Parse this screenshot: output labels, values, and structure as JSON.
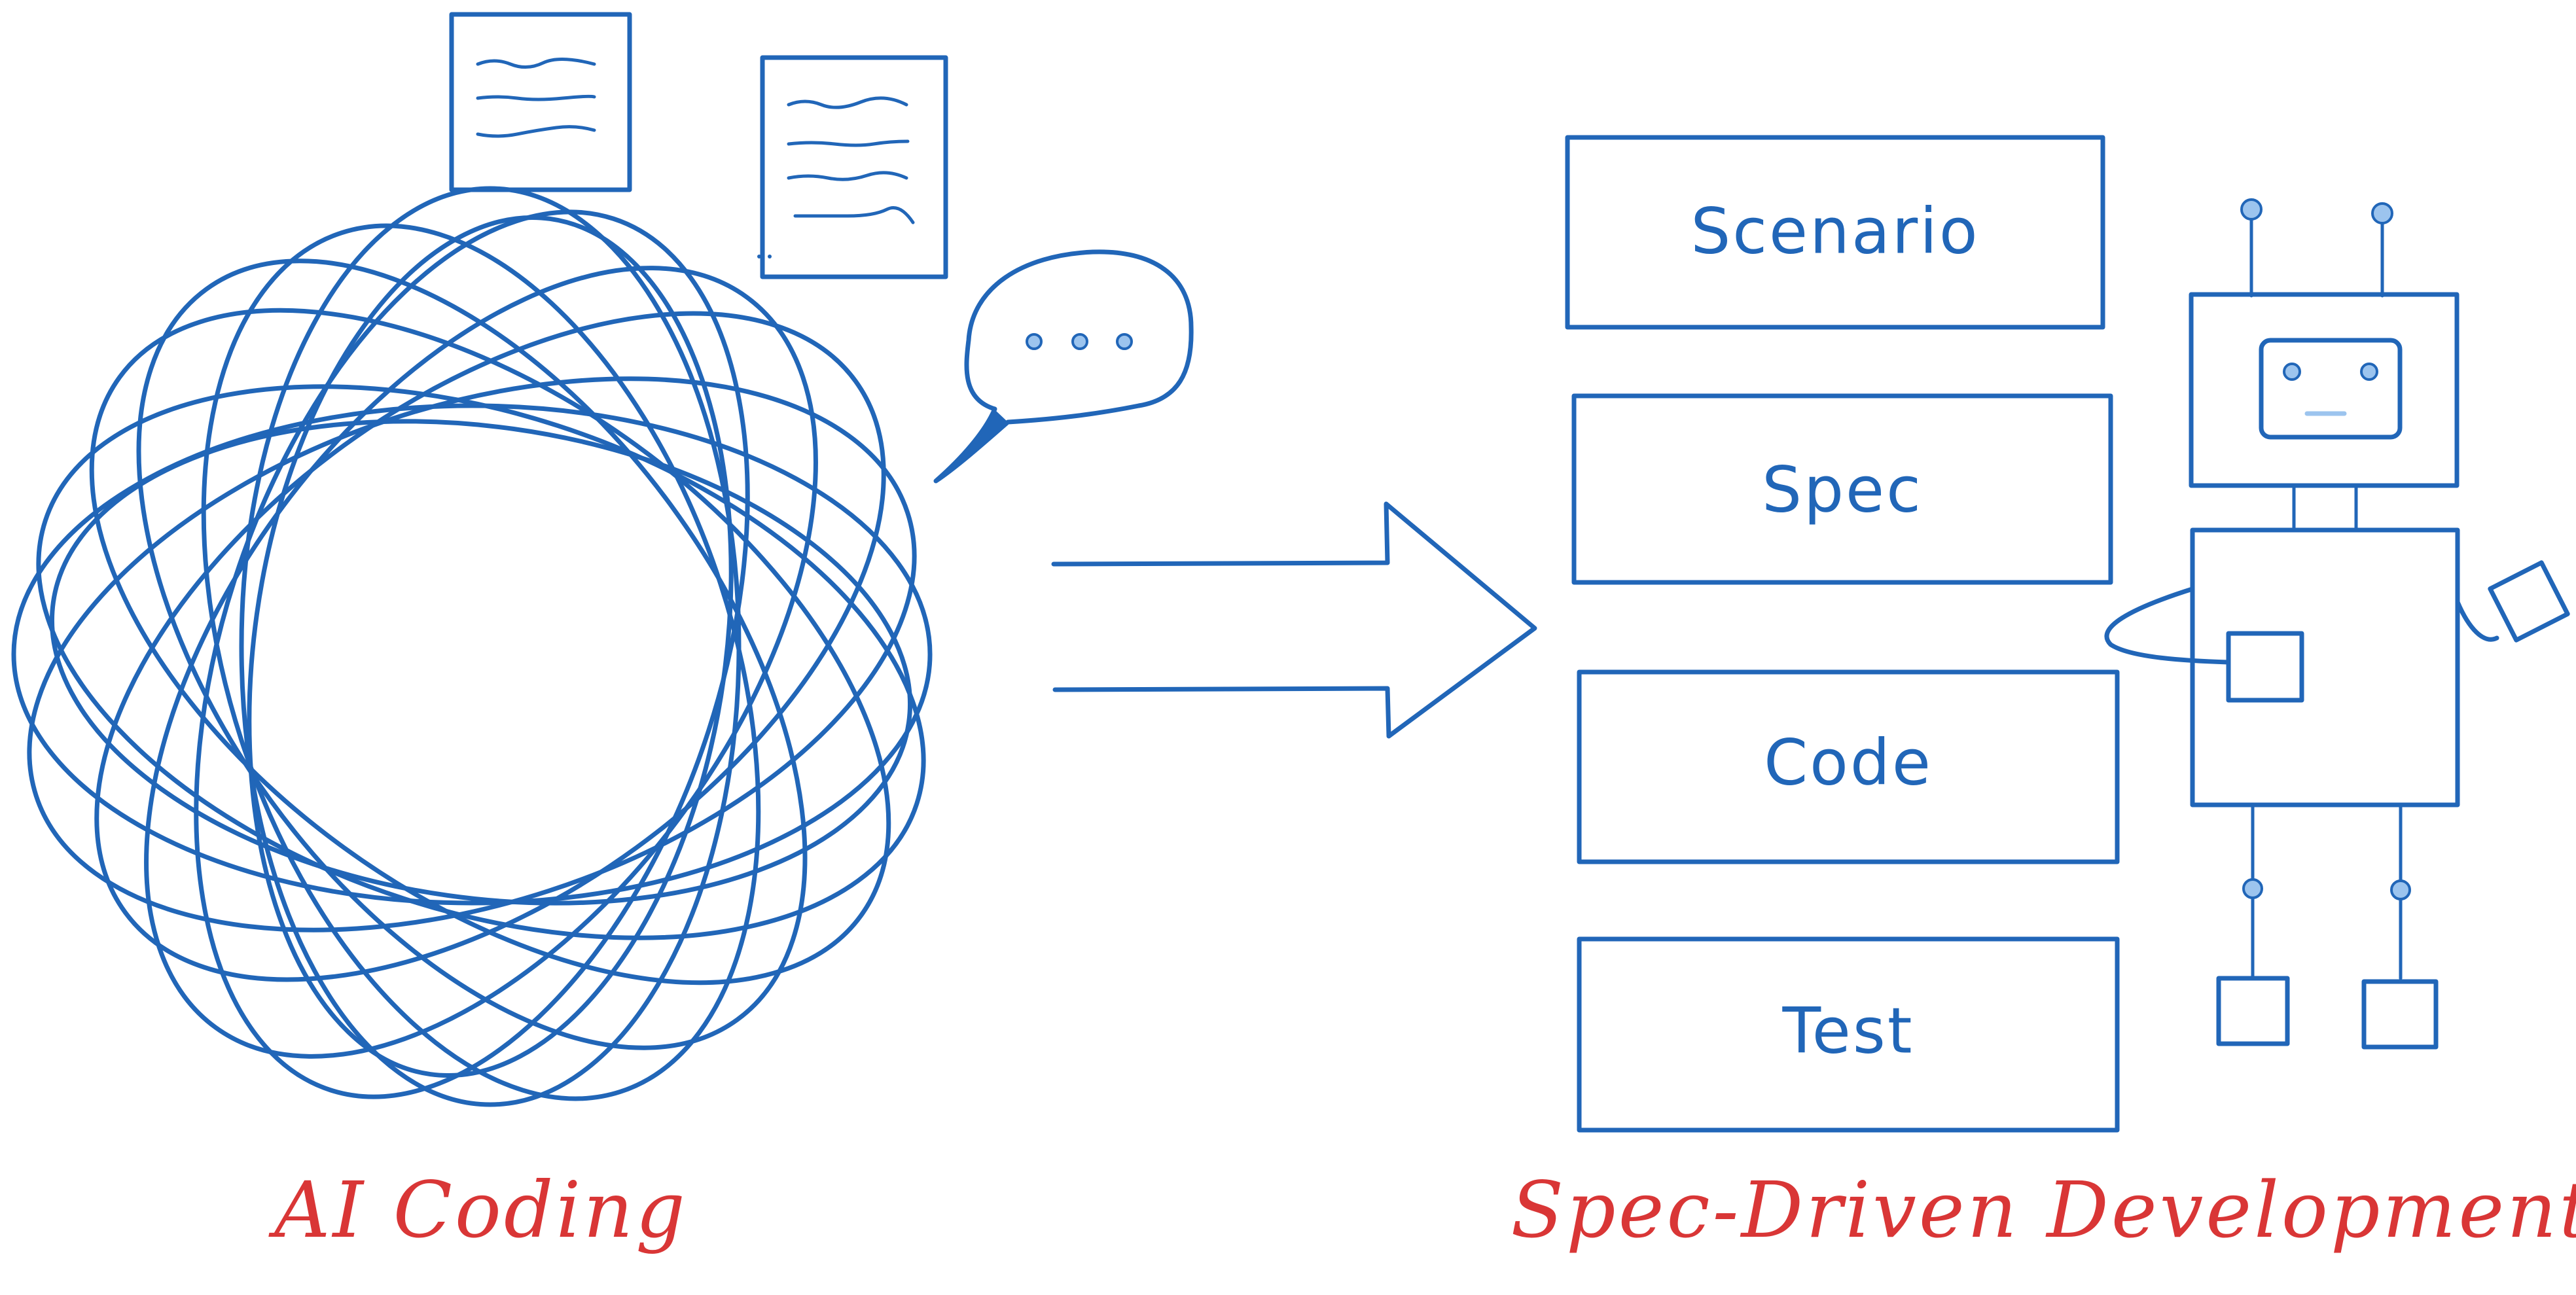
{
  "colors": {
    "ink": "#2166b8",
    "accent": "#d93636",
    "highlight": "#9cc4ee"
  },
  "left": {
    "caption": "AI Coding",
    "speech_bubble_text": "..."
  },
  "right": {
    "caption": "Spec-Driven Development",
    "steps": [
      {
        "label": "Scenario"
      },
      {
        "label": "Spec"
      },
      {
        "label": "Code"
      },
      {
        "label": "Test"
      }
    ]
  },
  "icons": [
    "document-icon",
    "speech-bubble-icon",
    "arrow-right-icon",
    "robot-icon",
    "tangled-orbit-icon"
  ]
}
